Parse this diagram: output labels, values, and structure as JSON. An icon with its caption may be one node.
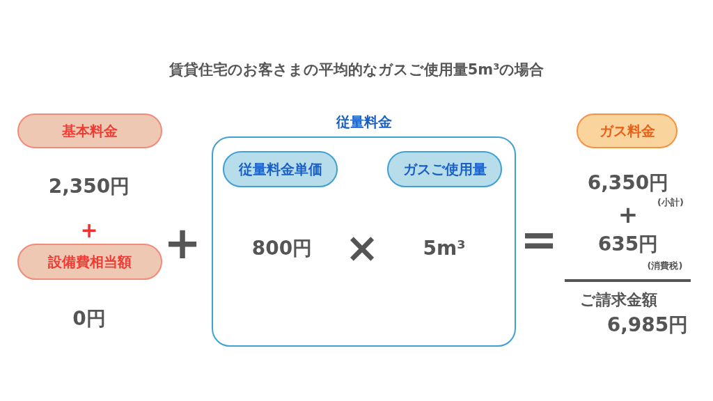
{
  "diagram": {
    "title": "賃貸住宅のお客さまの平均的なガスご使用量5m³の場合",
    "nodes": [
      {
        "text": [
          "基本料金"
        ],
        "beside": [
          "2,350円"
        ]
      },
      {
        "text": [
          "設備費相当額"
        ],
        "beside": [
          "0円"
        ]
      },
      {
        "text": [
          "従量料金"
        ]
      },
      {
        "text": [
          "従量料金単価"
        ],
        "in": 2,
        "beside": [
          "800円"
        ]
      },
      {
        "text": [
          "ガスご使用量"
        ],
        "in": 2,
        "beside": [
          "5m³"
        ]
      },
      {
        "text": [
          "ガス料金"
        ]
      }
    ],
    "edges": [],
    "labels": [
      "+",
      "+",
      "×",
      "=",
      "6,350円",
      "(小計)",
      "+",
      "635円",
      "(消費税)",
      "ご請求金額",
      "6,985円"
    ]
  }
}
